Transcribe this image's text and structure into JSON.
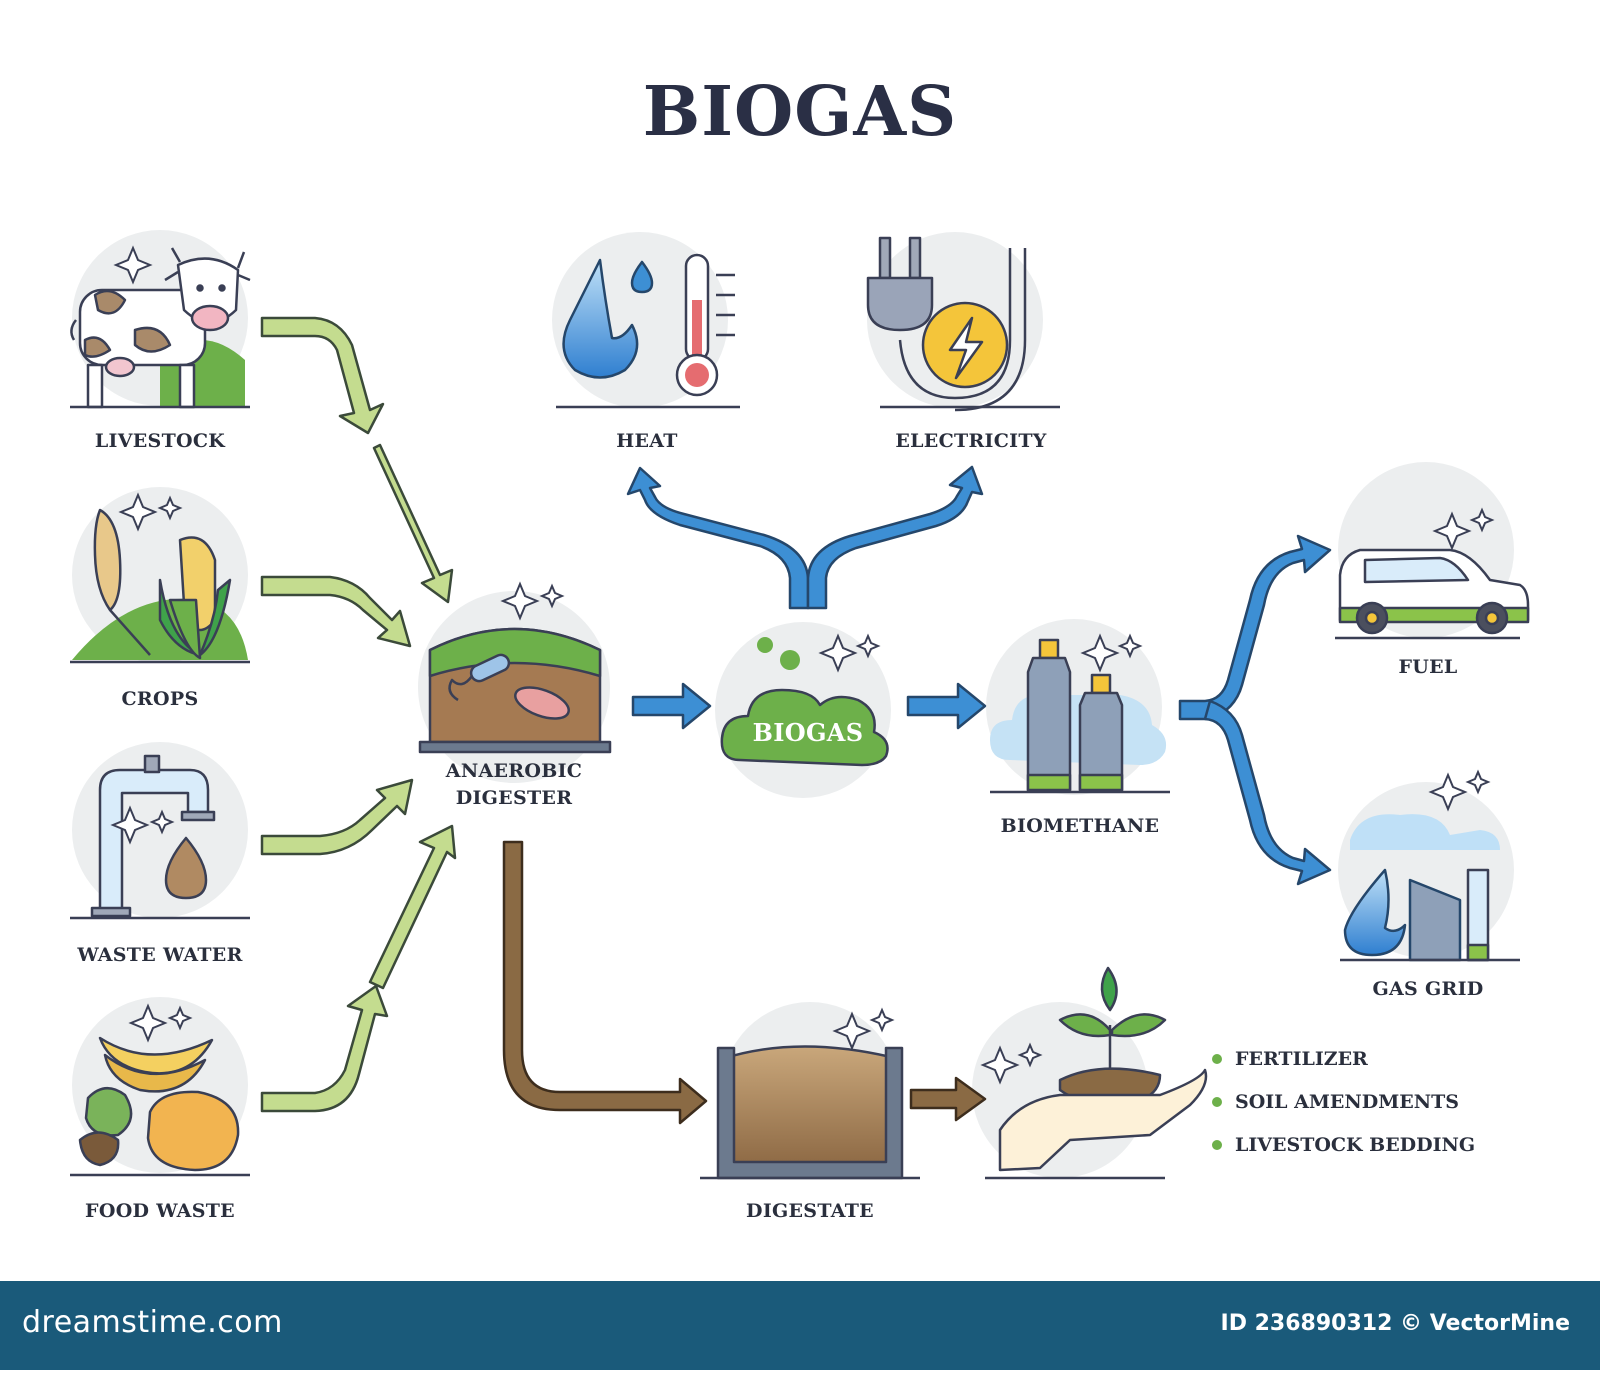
{
  "title": "BIOGAS",
  "inputs": {
    "livestock": "LIVESTOCK",
    "crops": "CROPS",
    "waste_water": "WASTE WATER",
    "food_waste": "FOOD WASTE"
  },
  "process": {
    "digester": [
      "ANAEROBIC",
      "DIGESTER"
    ],
    "biogas_cloud": "BIOGAS"
  },
  "outputs": {
    "heat": "HEAT",
    "electricity": "ELECTRICITY",
    "biomethane": "BIOMETHANE",
    "fuel": "FUEL",
    "gas_grid": "GAS GRID",
    "digestate": "DIGESTATE"
  },
  "digestate_uses": [
    "FERTILIZER",
    "SOIL AMENDMENTS",
    "LIVESTOCK BEDDING"
  ],
  "footer": {
    "brand": "dreamstime.com",
    "id_text": "ID 236890312 © VectorMine"
  },
  "colors": {
    "green_arrow": "#c4dc8f",
    "blue_arrow": "#3d8fd4",
    "brown_arrow": "#8a6a44",
    "title": "#2a2f45",
    "footer_bg": "#1a5a7a",
    "bullet": "#6db04a"
  }
}
